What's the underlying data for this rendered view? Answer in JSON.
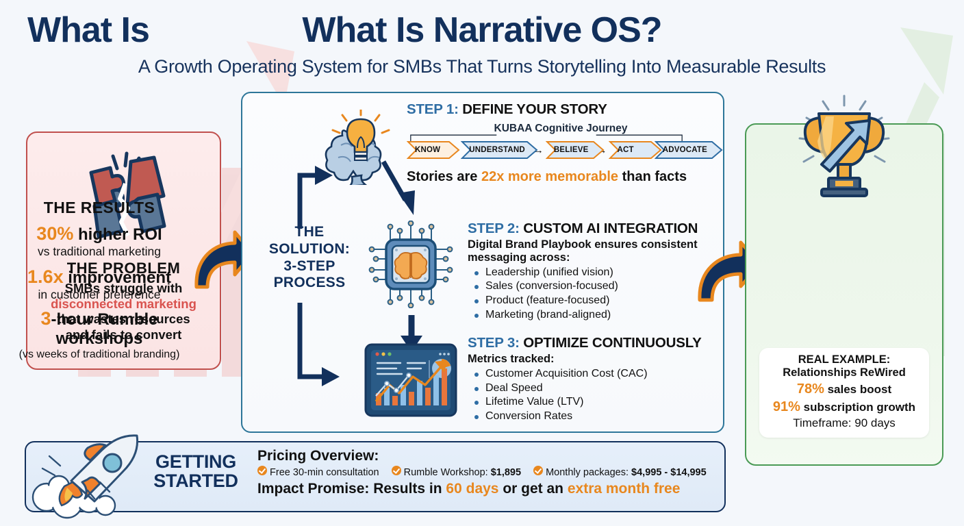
{
  "header": {
    "ghost_title": "What Is",
    "title": "What Is Narrative OS?",
    "subtitle": "A Growth Operating System for SMBs That Turns Storytelling Into Measurable Results"
  },
  "problem": {
    "icon": "broken-puzzle-icon",
    "title": "THE PROBLEM",
    "line1": "SMBs struggle with",
    "line2_highlight": "disconnected marketing",
    "line3": "that wastes resources",
    "line4": "and fails to convert"
  },
  "solution": {
    "label_line1": "THE",
    "label_line2": "SOLUTION:",
    "label_line3": "3-STEP",
    "label_line4": "PROCESS"
  },
  "steps": [
    {
      "icon": "brain-lightbulb-icon",
      "num": "STEP 1:",
      "title": "DEFINE YOUR STORY",
      "journey_label": "KUBAA Cognitive Journey",
      "journey": [
        "KNOW",
        "UNDERSTAND",
        "BELIEVE",
        "ACT",
        "ADVOCATE"
      ],
      "stat_pre": "Stories are ",
      "stat_hl": "22x more memorable",
      "stat_post": " than facts"
    },
    {
      "icon": "ai-chip-brain-icon",
      "num": "STEP 2:",
      "title": "CUSTOM AI INTEGRATION",
      "sub_line1": "Digital Brand Playbook ensures consistent",
      "sub_line2": "messaging across:",
      "bullets": [
        "Leadership (unified vision)",
        "Sales (conversion-focused)",
        "Product (feature-focused)",
        "Marketing (brand-aligned)"
      ]
    },
    {
      "icon": "analytics-dashboard-icon",
      "num": "STEP 3:",
      "title": "OPTIMIZE CONTINUOUSLY",
      "sub_line1": "Metrics tracked:",
      "bullets": [
        "Customer Acquisition Cost (CAC)",
        "Deal Speed",
        "Lifetime Value (LTV)",
        "Conversion Rates"
      ]
    }
  ],
  "results": {
    "icon": "trophy-growth-arrow-icon",
    "title": "THE RESULTS",
    "stats": [
      {
        "big": "30%",
        "rest": " higher ROI",
        "sub": "vs traditional marketing"
      },
      {
        "big": "1.6x",
        "rest": " improvement",
        "sub": "in customer preference"
      },
      {
        "big": "3",
        "rest": "-hour Rumble workshops",
        "sub": "(vs weeks of traditional branding)"
      }
    ],
    "example": {
      "heading1": "REAL EXAMPLE:",
      "heading2": "Relationships ReWired",
      "stat1_big": "78%",
      "stat1_rest": " sales boost",
      "stat2_big": "91%",
      "stat2_rest": " subscription growth",
      "timeframe": "Timeframe: 90 days"
    }
  },
  "bottom": {
    "icon": "rocket-icon",
    "getting_line1": "GETTING",
    "getting_line2": "STARTED",
    "pricing_heading": "Pricing Overview:",
    "pricing_items": [
      {
        "label": "Free 30-min consultation",
        "value": ""
      },
      {
        "label": "Rumble Workshop: ",
        "value": "$1,895"
      },
      {
        "label": "Monthly packages: ",
        "value": "$4,995 - $14,995"
      }
    ],
    "impact_pre": "Impact Promise: Results in ",
    "impact_hl1": "60 days",
    "impact_mid": " or get an ",
    "impact_hl2": "extra month free"
  },
  "colors": {
    "navy": "#12305c",
    "orange": "#e8871e",
    "red": "#d9534f",
    "green": "#4a9a55",
    "blue": "#2e6da4",
    "bg": "#f4f7fb"
  }
}
